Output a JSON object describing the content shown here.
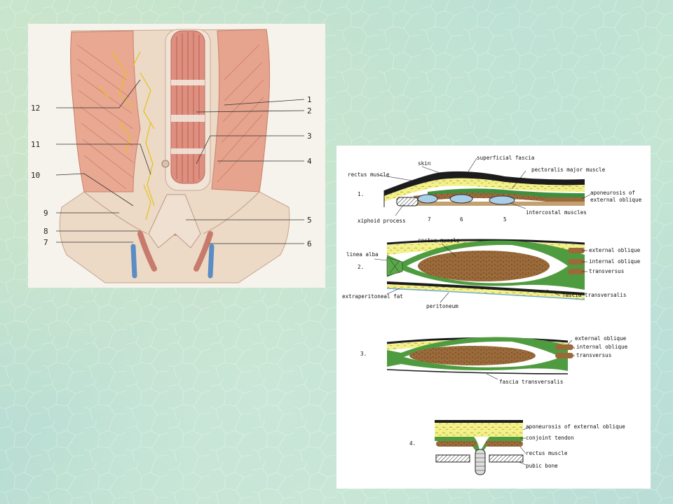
{
  "figure1": {
    "callouts": [
      "1",
      "2",
      "3",
      "4",
      "5",
      "6",
      "7",
      "8",
      "9",
      "10",
      "11",
      "12"
    ]
  },
  "figure2": {
    "section1": {
      "number": "1.",
      "labels": {
        "skin": "skin",
        "superficial_fascia": "superficial fascia",
        "rectus_muscle": "rectus muscle",
        "pectoralis_major": "pectoralis major muscle",
        "aponeurosis_line1": "aponeurosis of",
        "aponeurosis_line2": "external oblique",
        "intercostal": "intercostal muscles",
        "xiphoid": "xiphoid process",
        "rib7": "7",
        "rib6": "6",
        "rib5": "5"
      }
    },
    "section2": {
      "number": "2.",
      "labels": {
        "rectus_muscle": "rectus muscle",
        "linea_alba": "linea alba",
        "external_oblique": "external oblique",
        "internal_oblique": "internal oblique",
        "transversus": "transversus",
        "extraperitoneal_fat": "extraperitoneal fat",
        "peritoneum": "peritoneum",
        "fascia_transversalis": "fascia transversalis"
      }
    },
    "section3": {
      "number": "3.",
      "labels": {
        "external_oblique": "external oblique",
        "internal_oblique": "internal oblique",
        "transversus": "transversus",
        "fascia_transversalis": "fascia transversalis"
      }
    },
    "section4": {
      "number": "4.",
      "labels": {
        "aponeurosis": "aponeurosis of external oblique",
        "conjoint_tendon": "conjoint tendon",
        "rectus_muscle": "rectus muscle",
        "pubic_bone": "pubic bone"
      }
    }
  }
}
